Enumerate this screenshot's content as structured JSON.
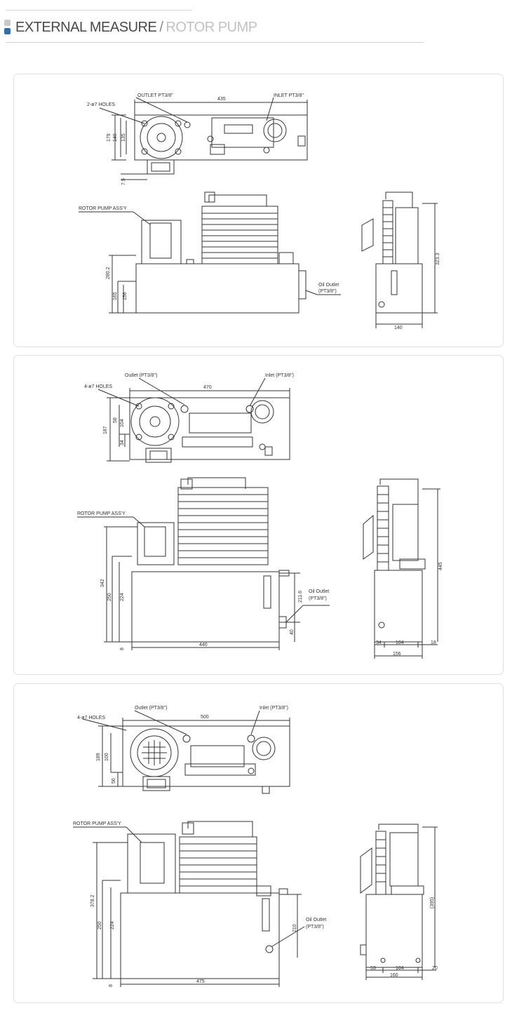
{
  "header": {
    "title_main": "EXTERNAL MEASURE",
    "separator": "/",
    "title_sub": "ROTOR PUMP"
  },
  "colors": {
    "accent_blue": "#2f6fb0",
    "bullet_gray": "#c9c9c9",
    "line": "#333333",
    "panel_border": "#e1e1e1"
  },
  "panels": [
    {
      "top": {
        "holes": "2-ø7 HOLES",
        "outlet": "OUTLET PT3/8\"",
        "inlet": "INLET PT3/8\"",
        "width": "435",
        "h1": "179",
        "h2": "140",
        "h3": "135",
        "h4": "7.5"
      },
      "front": {
        "assy": "ROTOR PUMP ASS'Y",
        "h_total": "280.2",
        "h_tank": "165",
        "h_inner": "156",
        "oil_outlet": "Oil Outlet",
        "oil_outlet_spec": "(PT3/8\")"
      },
      "side": {
        "h_total": "323.3",
        "width": "140"
      }
    },
    {
      "top": {
        "holes": "4-ø7 HOLES",
        "outlet": "Outlet (PT3/8\")",
        "inlet": "Inlet (PT3/8\")",
        "width": "470",
        "h1": "187",
        "h2": "58",
        "h3": "104",
        "h4": "34"
      },
      "front": {
        "assy": "ROTOR PUMP ASS'Y",
        "h_total": "342",
        "h_tank": "250",
        "h_inner": "224",
        "h_outlet": "211.6",
        "h_low": "40",
        "h_base": "8",
        "width": "440",
        "oil_outlet": "Oil Outlet",
        "oil_outlet_spec": "(PT3/8\")"
      },
      "side": {
        "h_total": "445",
        "w1": "34",
        "w2": "104",
        "w3": "18",
        "width": "156"
      }
    },
    {
      "top": {
        "holes": "4-ø7 HOLES",
        "outlet": "Outlet (PT3/8\")",
        "inlet": "Inlet (PT3/8\")",
        "width": "500",
        "h1": "189",
        "h2": "100",
        "h3": "56"
      },
      "front": {
        "assy": "ROTOR PUMP ASS'Y",
        "h_total": "378.2",
        "h_tank": "250",
        "h_inner": "224",
        "h_outlet": "210",
        "h_base": "8",
        "width": "475",
        "oil_outlet": "Oil Outlet",
        "oil_outlet_spec": "(PT3/8\")"
      },
      "side": {
        "h_total": "(395)",
        "w1": "53",
        "w2": "104",
        "w3": "20",
        "width": "160"
      }
    }
  ]
}
